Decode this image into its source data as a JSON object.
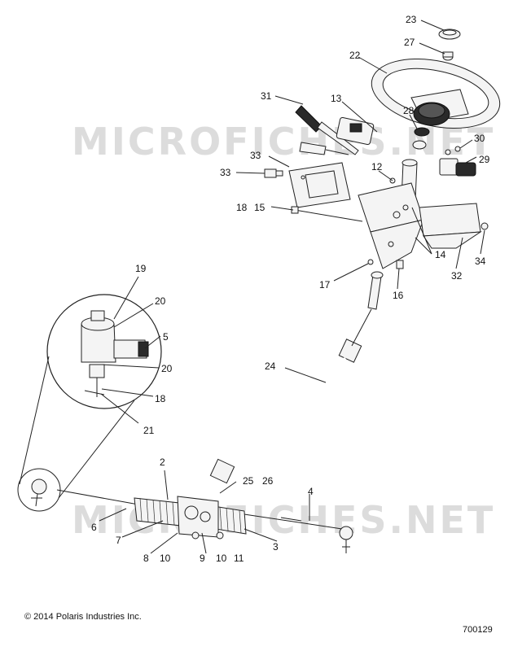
{
  "watermark": "MICROFICHES.NET",
  "copyright": "© 2014 Polaris Industries Inc.",
  "figure_number": "700129",
  "callouts": [
    "23",
    "27",
    "22",
    "31",
    "13",
    "28",
    "30",
    "29",
    "33",
    "33",
    "12",
    "18",
    "15",
    "14",
    "32",
    "34",
    "17",
    "16",
    "19",
    "20",
    "5",
    "20",
    "18",
    "21",
    "24",
    "2",
    "25",
    "26",
    "4",
    "6",
    "7",
    "8",
    "10",
    "9",
    "10",
    "11",
    "3"
  ]
}
